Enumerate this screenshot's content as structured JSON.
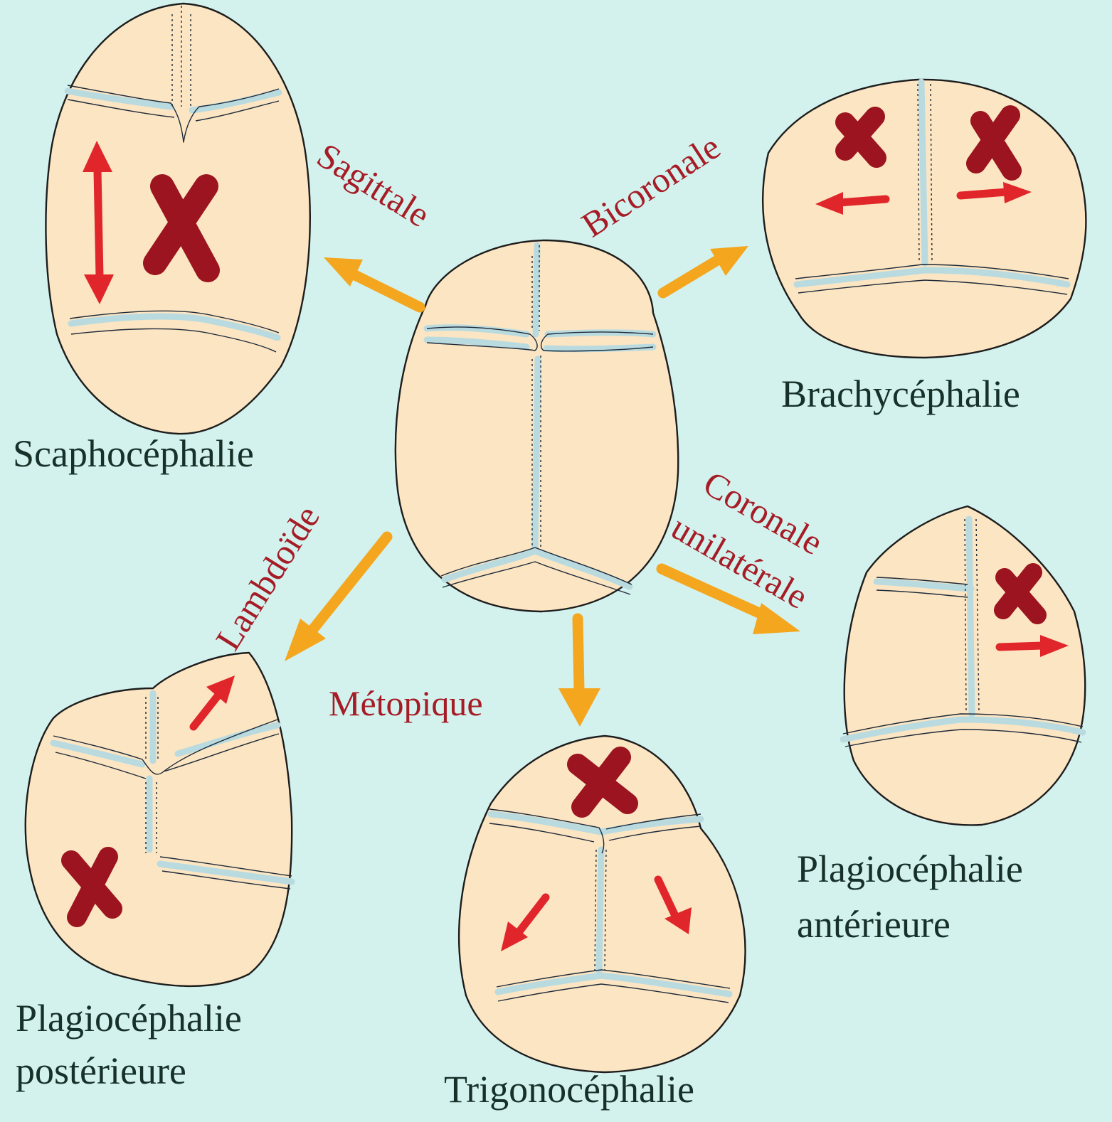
{
  "colors": {
    "background": "#d3f2ee",
    "skull_fill": "#fce5c2",
    "fused_mark": "#9b1420",
    "growth_arrow": "#e0262a",
    "pointer_arrow": "#f4a61e",
    "suture_label": "#a61c26",
    "name_label": "#17302a"
  },
  "icons": {
    "fused_suture": "x-mark-icon",
    "growth_direction": "red-arrow-icon",
    "pointer": "orange-arrow-icon"
  },
  "sutures": {
    "sagittale": "Sagittale",
    "bicoronale": "Bicoronale",
    "coronale_line1": "Coronale",
    "coronale_line2": "unilatérale",
    "lambdoide": "Lambdoïde",
    "metopique": "Métopique"
  },
  "conditions": {
    "scaphocephalie": "Scaphocéphalie",
    "brachycephalie": "Brachycéphalie",
    "plagio_anterieure_line1": "Plagiocéphalie",
    "plagio_anterieure_line2": "antérieure",
    "plagio_posterieure_line1": "Plagiocéphalie",
    "plagio_posterieure_line2": "postérieure",
    "trigonocephalie": "Trigonocéphalie"
  }
}
